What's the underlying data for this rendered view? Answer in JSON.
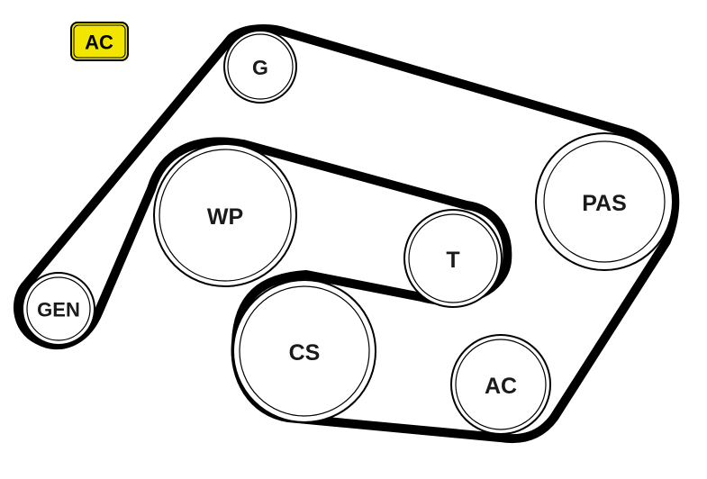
{
  "badge": {
    "label": "AC",
    "color": "#f2e600"
  },
  "pulleys": {
    "g": {
      "label": "G"
    },
    "wp": {
      "label": "WP"
    },
    "t": {
      "label": "T"
    },
    "pas": {
      "label": "PAS"
    },
    "gen": {
      "label": "GEN"
    },
    "cs": {
      "label": "CS"
    },
    "ac": {
      "label": "AC"
    }
  },
  "colors": {
    "belt": "#000000",
    "pulley_fill": "#ffffff"
  }
}
